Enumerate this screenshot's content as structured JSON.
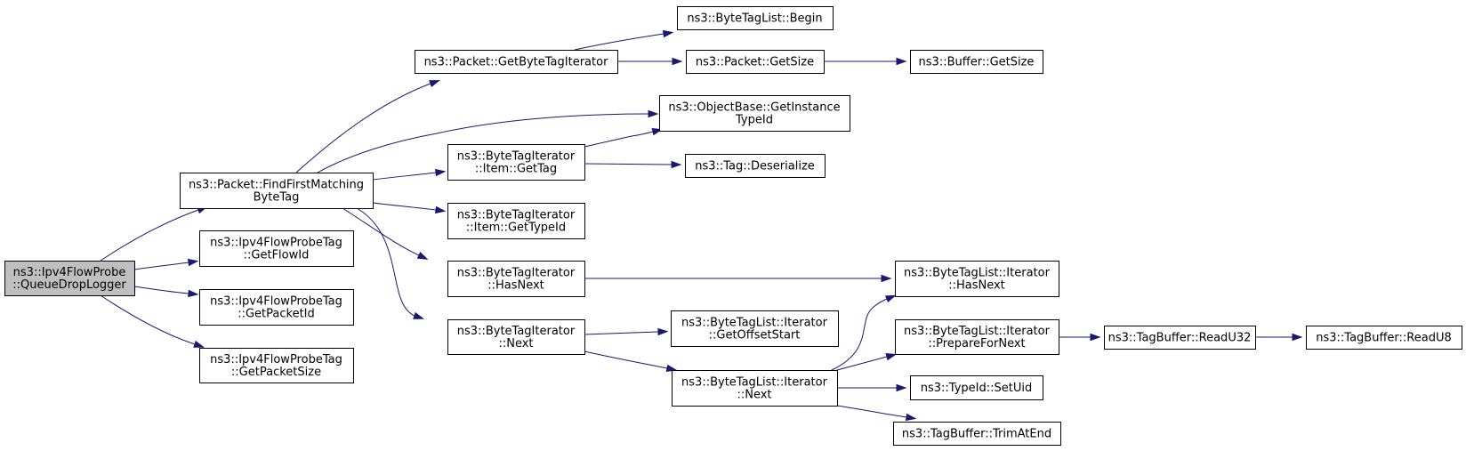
{
  "nodes": [
    {
      "id": "root",
      "lines": [
        "ns3::Ipv4FlowProbe",
        "::QueueDropLogger"
      ],
      "root": true
    },
    {
      "id": "ffm",
      "lines": [
        "ns3::Packet::FindFirstMatching",
        "ByteTag"
      ]
    },
    {
      "id": "gfid",
      "lines": [
        "ns3::Ipv4FlowProbeTag",
        "::GetFlowId"
      ]
    },
    {
      "id": "gpid",
      "lines": [
        "ns3::Ipv4FlowProbeTag",
        "::GetPacketId"
      ]
    },
    {
      "id": "gpsz",
      "lines": [
        "ns3::Ipv4FlowProbeTag",
        "::GetPacketSize"
      ]
    },
    {
      "id": "gbti",
      "lines": [
        "ns3::Packet::GetByteTagIterator"
      ]
    },
    {
      "id": "gtag",
      "lines": [
        "ns3::ByteTagIterator",
        "::Item::GetTag"
      ]
    },
    {
      "id": "gtid",
      "lines": [
        "ns3::ByteTagIterator",
        "::Item::GetTypeId"
      ]
    },
    {
      "id": "hasn",
      "lines": [
        "ns3::ByteTagIterator",
        "::HasNext"
      ]
    },
    {
      "id": "next",
      "lines": [
        "ns3::ByteTagIterator",
        "::Next"
      ]
    },
    {
      "id": "begin",
      "lines": [
        "ns3::ByteTagList::Begin"
      ]
    },
    {
      "id": "psize",
      "lines": [
        "ns3::Packet::GetSize"
      ]
    },
    {
      "id": "ginst",
      "lines": [
        "ns3::ObjectBase::GetInstance",
        "TypeId"
      ]
    },
    {
      "id": "deser",
      "lines": [
        "ns3::Tag::Deserialize"
      ]
    },
    {
      "id": "goff",
      "lines": [
        "ns3::ByteTagList::Iterator",
        "::GetOffsetStart"
      ]
    },
    {
      "id": "itnext",
      "lines": [
        "ns3::ByteTagList::Iterator",
        "::Next"
      ]
    },
    {
      "id": "bsize",
      "lines": [
        "ns3::Buffer::GetSize"
      ]
    },
    {
      "id": "ithasn",
      "lines": [
        "ns3::ByteTagList::Iterator",
        "::HasNext"
      ]
    },
    {
      "id": "prep",
      "lines": [
        "ns3::ByteTagList::Iterator",
        "::PrepareForNext"
      ]
    },
    {
      "id": "setuid",
      "lines": [
        "ns3::TypeId::SetUid"
      ]
    },
    {
      "id": "trim",
      "lines": [
        "ns3::TagBuffer::TrimAtEnd"
      ]
    },
    {
      "id": "ru32",
      "lines": [
        "ns3::TagBuffer::ReadU32"
      ]
    },
    {
      "id": "ru8",
      "lines": [
        "ns3::TagBuffer::ReadU8"
      ]
    }
  ],
  "edges": [
    {
      "from": "root",
      "to": "ffm"
    },
    {
      "from": "root",
      "to": "gfid"
    },
    {
      "from": "root",
      "to": "gpid"
    },
    {
      "from": "root",
      "to": "gpsz"
    },
    {
      "from": "ffm",
      "to": "gbti"
    },
    {
      "from": "ffm",
      "to": "ginst"
    },
    {
      "from": "ffm",
      "to": "gtag"
    },
    {
      "from": "ffm",
      "to": "gtid"
    },
    {
      "from": "ffm",
      "to": "hasn"
    },
    {
      "from": "ffm",
      "to": "next"
    },
    {
      "from": "gbti",
      "to": "begin"
    },
    {
      "from": "gbti",
      "to": "psize"
    },
    {
      "from": "psize",
      "to": "bsize"
    },
    {
      "from": "gtag",
      "to": "ginst"
    },
    {
      "from": "gtag",
      "to": "deser"
    },
    {
      "from": "hasn",
      "to": "ithasn"
    },
    {
      "from": "next",
      "to": "goff"
    },
    {
      "from": "next",
      "to": "itnext"
    },
    {
      "from": "itnext",
      "to": "ithasn"
    },
    {
      "from": "itnext",
      "to": "prep"
    },
    {
      "from": "itnext",
      "to": "setuid"
    },
    {
      "from": "itnext",
      "to": "trim"
    },
    {
      "from": "prep",
      "to": "ru32"
    },
    {
      "from": "ru32",
      "to": "ru8"
    }
  ],
  "colors": {
    "edge": "#191970",
    "node_border": "#000000",
    "node_fill": "#ffffff",
    "root_fill": "#bfbfbf"
  }
}
